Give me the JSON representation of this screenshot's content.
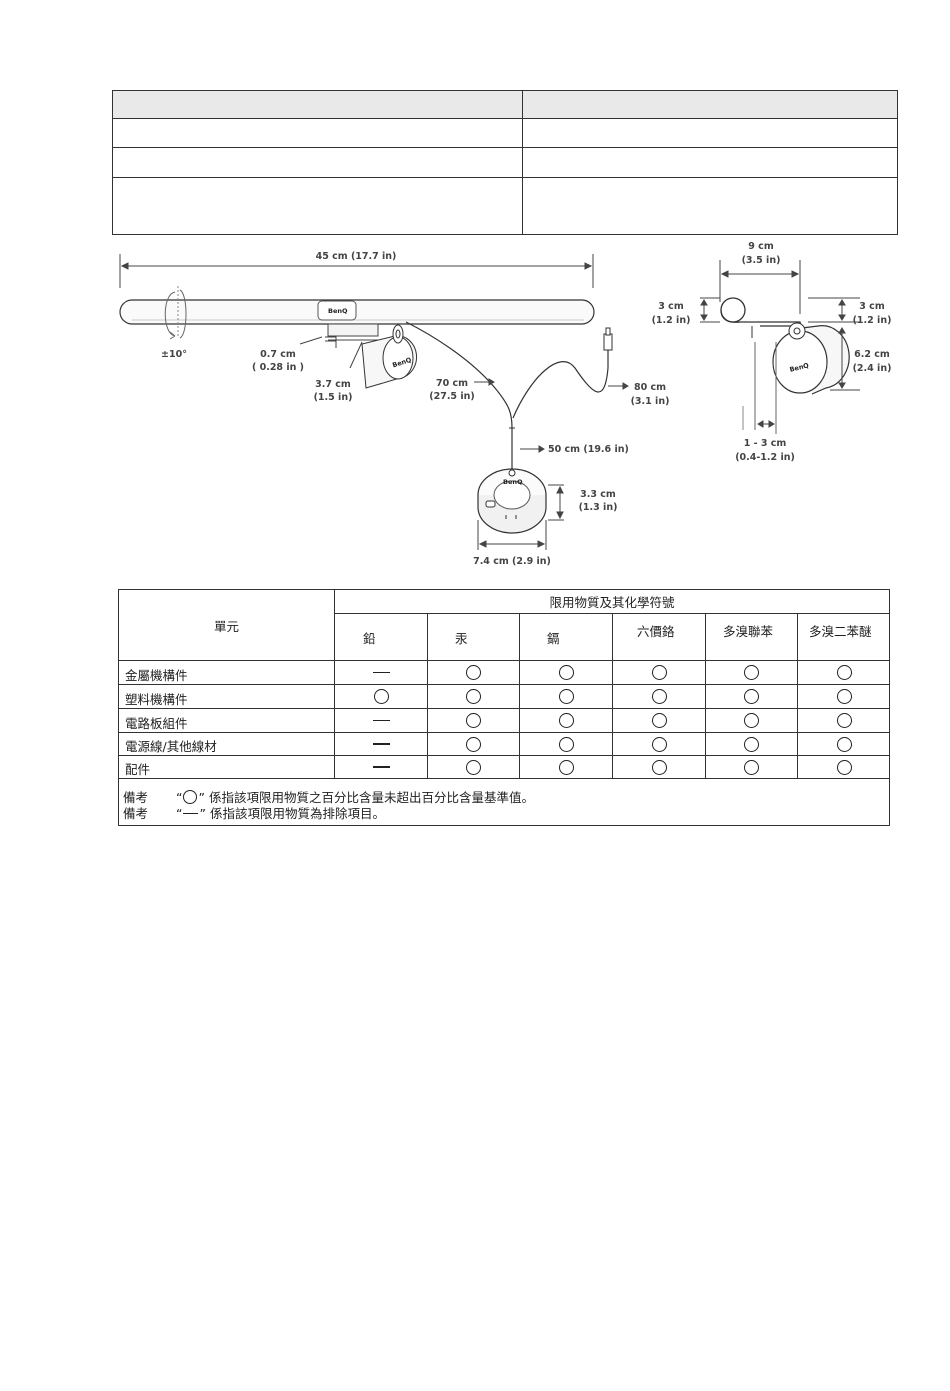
{
  "spec_table": {
    "rows": [
      [
        "",
        ""
      ],
      [
        "",
        ""
      ],
      [
        "",
        ""
      ],
      [
        "",
        ""
      ]
    ]
  },
  "diagram": {
    "bar_length": "45 cm (17.7 in)",
    "rotation": "±10°",
    "clip_gap": [
      "0.7 cm",
      "( 0.28 in )"
    ],
    "weight_depth": [
      "3.7 cm",
      "(1.5 in)"
    ],
    "cable_main": [
      "70 cm",
      "(27.5 in)"
    ],
    "cable_usb": [
      "80 cm",
      "(3.1 in)"
    ],
    "cable_remote": "50 cm (19.6 in)",
    "remote_height": [
      "3.3 cm",
      "(1.3 in)"
    ],
    "remote_width": "7.4 cm (2.9 in)",
    "side_width": [
      "9 cm",
      "(3.5 in)"
    ],
    "side_top_left": [
      "3 cm",
      "(1.2 in)"
    ],
    "side_top_right": [
      "3 cm",
      "(1.2 in)"
    ],
    "side_weight": [
      "6.2 cm",
      "(2.4 in)"
    ],
    "monitor_thickness": [
      "1 - 3 cm",
      "(0.4-1.2 in)"
    ],
    "brand": "BenQ"
  },
  "rohs_table": {
    "unit_header": "單元",
    "substances_header": "限用物質及其化學符號",
    "substances": [
      "鉛",
      "汞",
      "鎘",
      "六價鉻",
      "多溴聯苯",
      "多溴二苯醚"
    ],
    "rows": [
      {
        "name": "金屬機構件",
        "marks": [
          "dash",
          "circle",
          "circle",
          "circle",
          "circle",
          "circle"
        ]
      },
      {
        "name": "塑料機構件",
        "marks": [
          "circle",
          "circle",
          "circle",
          "circle",
          "circle",
          "circle"
        ]
      },
      {
        "name": "電路板組件",
        "marks": [
          "dash",
          "circle",
          "circle",
          "circle",
          "circle",
          "circle"
        ]
      },
      {
        "name": "電源線/其他線材",
        "marks": [
          "dash",
          "circle",
          "circle",
          "circle",
          "circle",
          "circle"
        ]
      },
      {
        "name": "配件",
        "marks": [
          "dash",
          "circle",
          "circle",
          "circle",
          "circle",
          "circle"
        ]
      }
    ],
    "notes": [
      {
        "label": "備考",
        "open_quote": "“",
        "mark": "circle",
        "close_quote": "”",
        "text": "係指該項限用物質之百分比含量未超出百分比含量基準值。"
      },
      {
        "label": "備考",
        "open_quote": "“",
        "mark": "dash",
        "close_quote": "”",
        "text": "係指該項限用物質為排除項目。"
      }
    ]
  }
}
